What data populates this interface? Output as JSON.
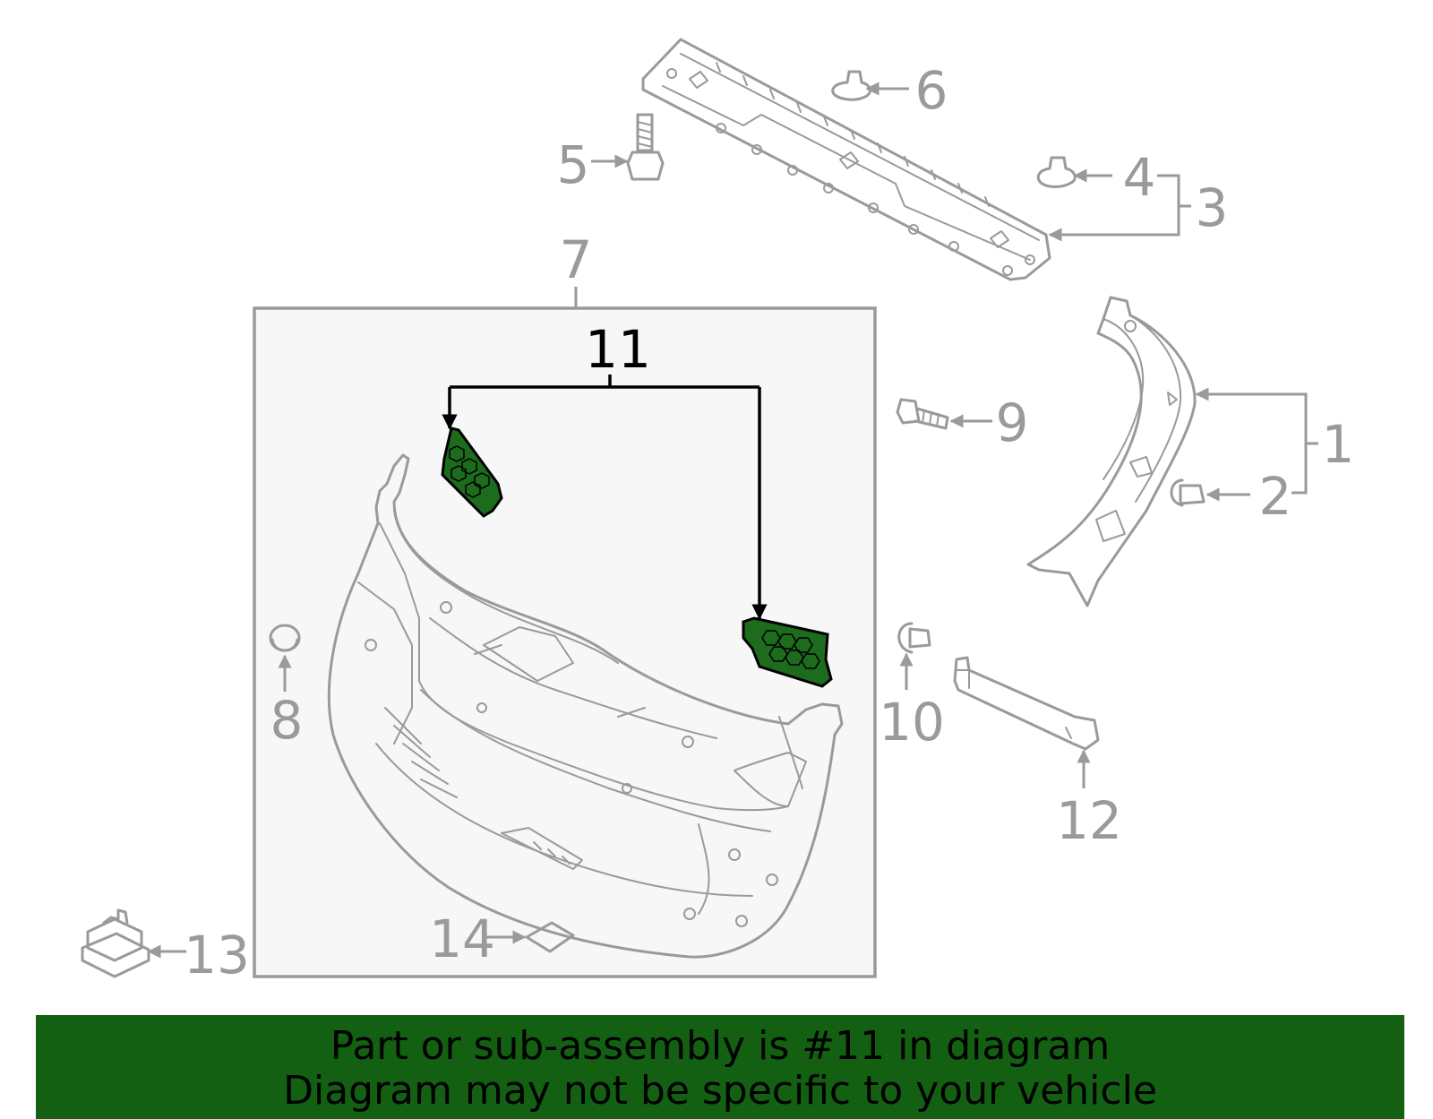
{
  "callouts": {
    "c1": "1",
    "c2": "2",
    "c3": "3",
    "c4": "4",
    "c5": "5",
    "c6": "6",
    "c7": "7",
    "c8": "8",
    "c9": "9",
    "c10": "10",
    "c11": "11",
    "c12": "12",
    "c13": "13",
    "c14": "14"
  },
  "highlighted_part": "11",
  "colors": {
    "highlight_fill": "#1d6b1d",
    "banner_background": "#136012",
    "line_gray": "#9a9a9a",
    "box_fill": "#f7f7f7"
  },
  "banner": {
    "line1": "Part or sub-assembly is #11 in diagram",
    "line2": "Diagram may not be specific to your vehicle"
  }
}
